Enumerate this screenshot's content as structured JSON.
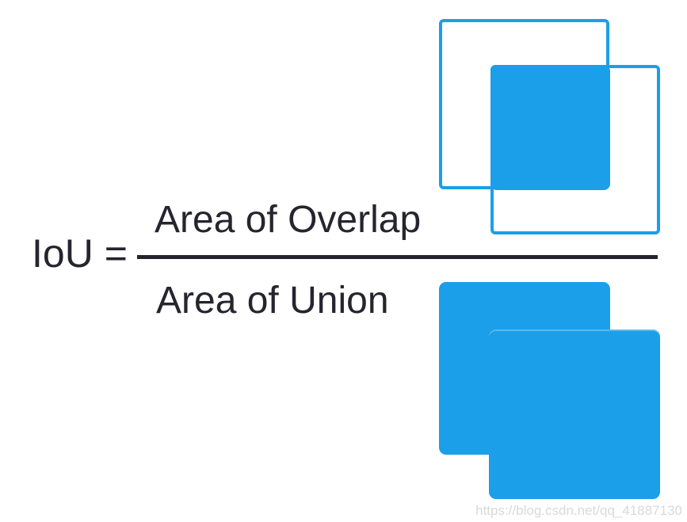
{
  "formula": {
    "lhs": "IoU =",
    "numerator": "Area of Overlap",
    "denominator": "Area of Union"
  },
  "watermark": "https://blog.csdn.net/qq_41887130",
  "colors": {
    "accent-blue": "#1B9FE8",
    "text-dark": "#26242E",
    "watermark-gray": "#D9D9D9",
    "background": "#FFFFFF"
  }
}
